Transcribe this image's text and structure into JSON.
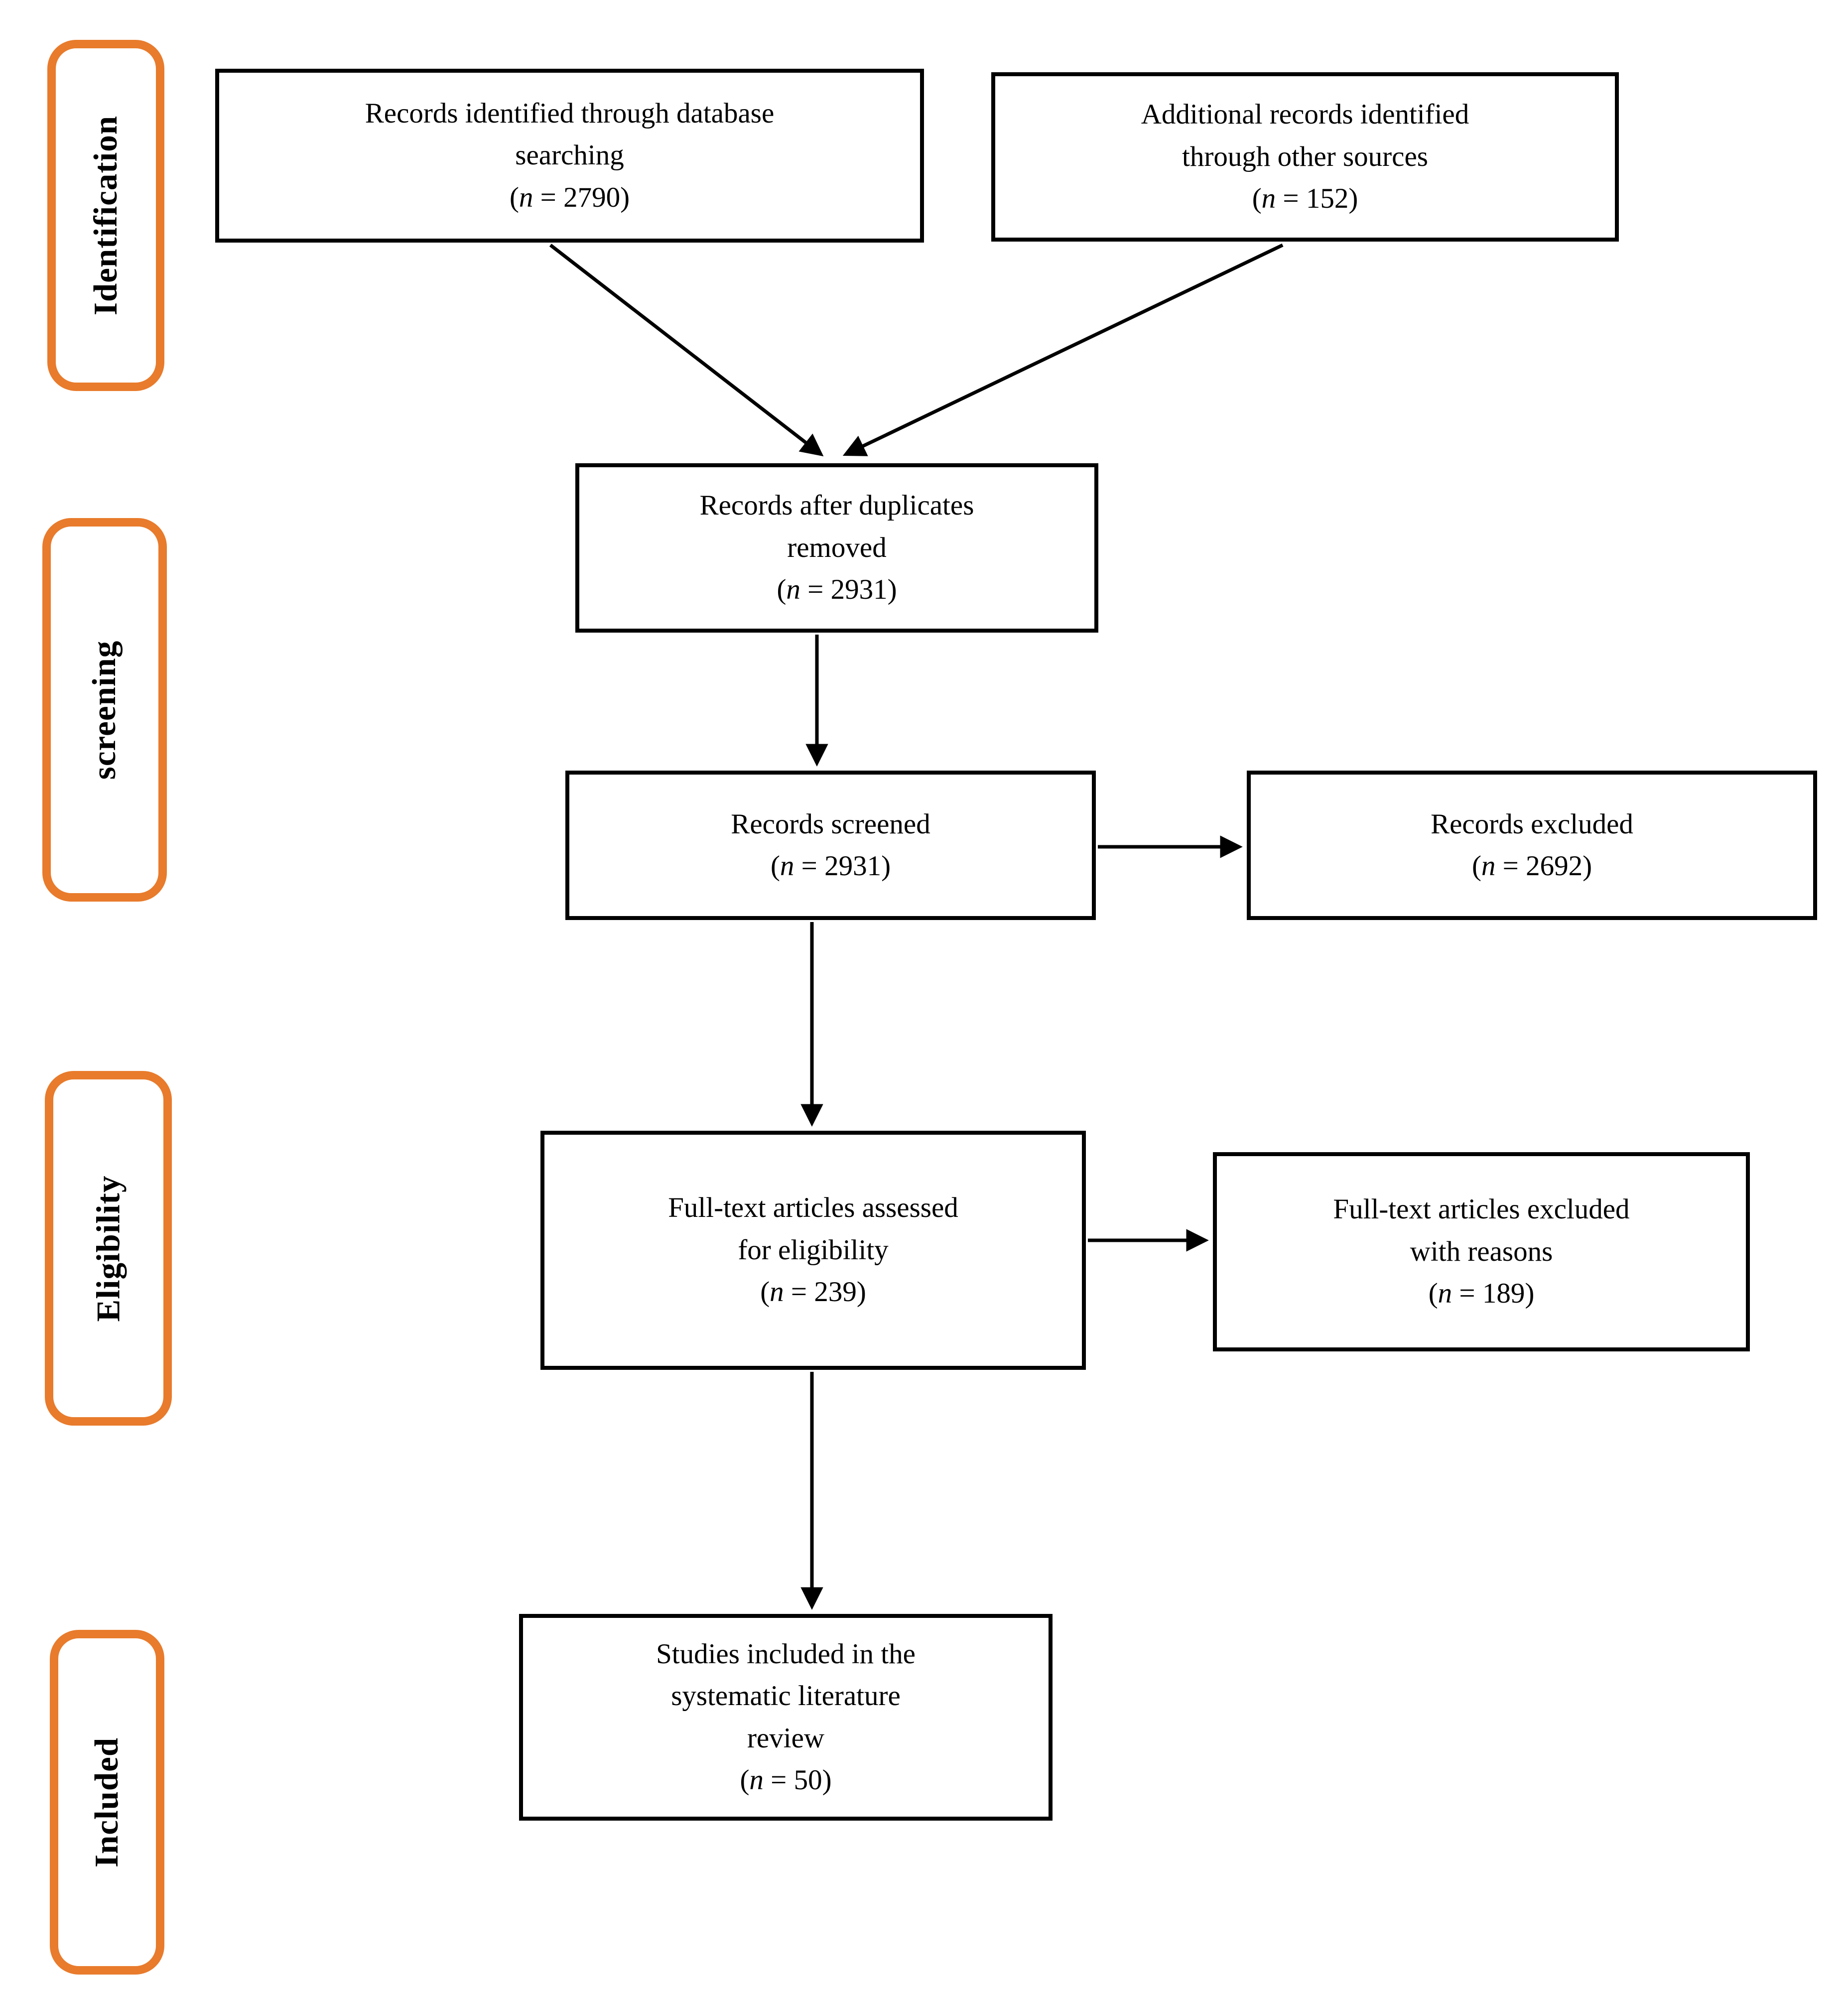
{
  "figure": {
    "type": "prisma-flow-diagram",
    "stages": [
      {
        "id": "identification",
        "label": "Identification"
      },
      {
        "id": "screening",
        "label": "screening"
      },
      {
        "id": "eligibility",
        "label": "Eligibility"
      },
      {
        "id": "included",
        "label": "Included"
      }
    ],
    "notation": {
      "open": "(",
      "var": "n",
      "eq": " = ",
      "close": ")"
    },
    "boxes": {
      "database": {
        "lines": [
          "Records identified through database",
          "searching"
        ],
        "n": "2790"
      },
      "other_sources": {
        "lines": [
          "Additional records identified",
          "through other sources"
        ],
        "n": "152"
      },
      "deduplicated": {
        "lines": [
          "Records after duplicates",
          "removed"
        ],
        "n": "2931"
      },
      "screened": {
        "lines": [
          "Records screened"
        ],
        "n": "2931"
      },
      "excluded": {
        "lines": [
          "Records excluded"
        ],
        "n": "2692"
      },
      "fulltext": {
        "lines": [
          "Full-text articles assessed",
          "for eligibility"
        ],
        "n": "239"
      },
      "fulltext_excluded": {
        "lines": [
          "Full-text articles excluded",
          "with reasons"
        ],
        "n": "189"
      },
      "included_studies": {
        "lines": [
          "Studies included in the",
          "systematic literature",
          "review"
        ],
        "n": "50"
      }
    },
    "colors": {
      "stage_border": "#E87B2C",
      "box_border": "#000000",
      "arrow": "#000000",
      "text": "#000000",
      "background": "#FFFFFF"
    }
  }
}
